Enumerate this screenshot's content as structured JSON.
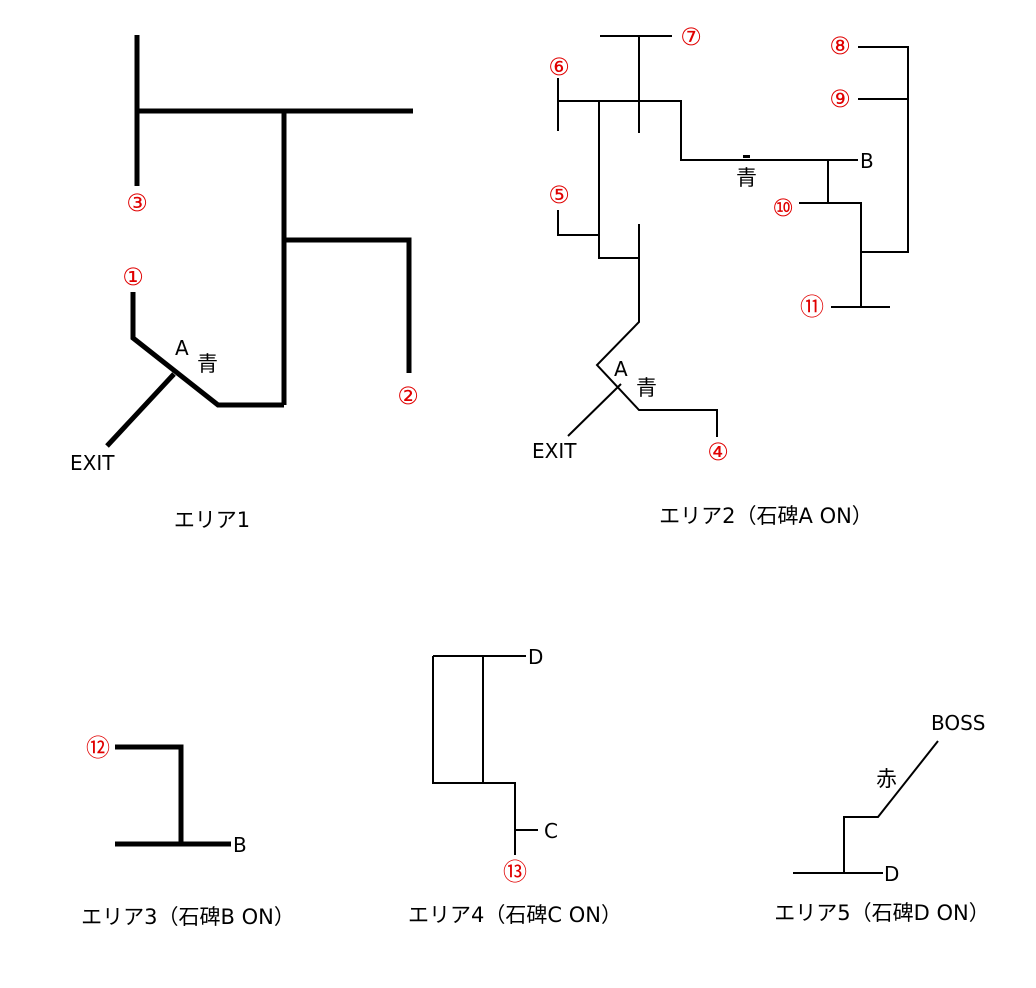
{
  "area1": {
    "caption": "エリア1",
    "num1": "①",
    "num2": "②",
    "num3": "③",
    "letter_a": "A",
    "blue": "青",
    "exit": "EXIT"
  },
  "area2": {
    "caption": "エリア2（石碑A ON）",
    "num4": "④",
    "num5": "⑤",
    "num6": "⑥",
    "num7": "⑦",
    "num8": "⑧",
    "num9": "⑨",
    "num10": "⑩",
    "num11": "⑪",
    "letter_a": "A",
    "letter_b": "B",
    "blue_a": "青",
    "blue_b": "青",
    "exit": "EXIT"
  },
  "area3": {
    "caption": "エリア3（石碑B ON）",
    "num12": "⑫",
    "letter_b": "B"
  },
  "area4": {
    "caption": "エリア4（石碑C ON）",
    "num13": "⑬",
    "letter_c": "C",
    "letter_d": "D"
  },
  "area5": {
    "caption": "エリア5（石碑D ON）",
    "red": "赤",
    "boss": "BOSS",
    "letter_d": "D"
  },
  "colors": {
    "line": "#000000",
    "number": "#e00000"
  }
}
